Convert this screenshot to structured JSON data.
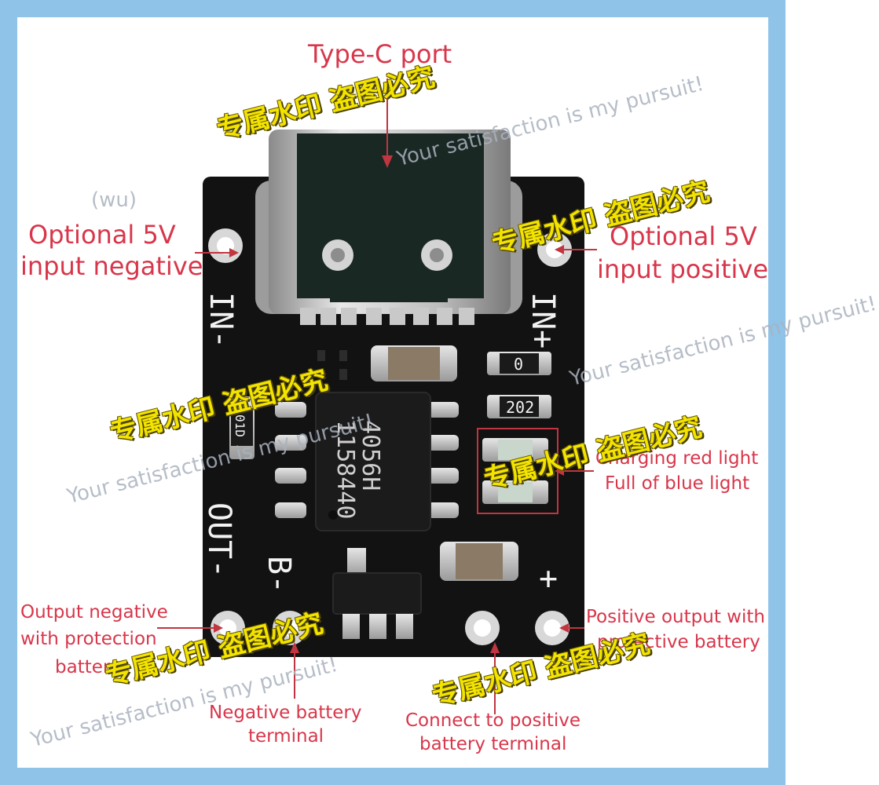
{
  "labels": {
    "type_c_port": "Type-C port",
    "opt_in_neg_1": "Optional 5V",
    "opt_in_neg_2": "input negative",
    "opt_in_pos_1": "Optional 5V",
    "opt_in_pos_2": "input positive",
    "charging_1": "Charging red light",
    "charging_2": "Full of blue light",
    "out_neg_1": "Output negative",
    "out_neg_2": "with protection",
    "out_neg_3": "battery",
    "out_pos_1": "Positive output with",
    "out_pos_2": "protective battery",
    "neg_batt_1": "Negative battery",
    "neg_batt_2": "terminal",
    "pos_batt_1": "Connect to positive",
    "pos_batt_2": "battery terminal"
  },
  "board": {
    "silk_in_neg": "IN-",
    "silk_in_pos": "IN+",
    "silk_out_neg": "OUT-",
    "silk_b_neg": "B-",
    "silk_plus": "+",
    "chip_line1": "4056H",
    "chip_line2": "1158440",
    "res_0": "0",
    "res_202": "202",
    "res_01d": "01D"
  },
  "watermark": {
    "en": "Your satisfaction is my pursuit!",
    "en_short": "(wu)",
    "cn": "专属水印 盗图必究"
  },
  "colors": {
    "label_red": "#d8364a",
    "frame_blue": "#8fc3e8",
    "board_black": "#111111",
    "watermark_yellow": "#f2e300"
  }
}
